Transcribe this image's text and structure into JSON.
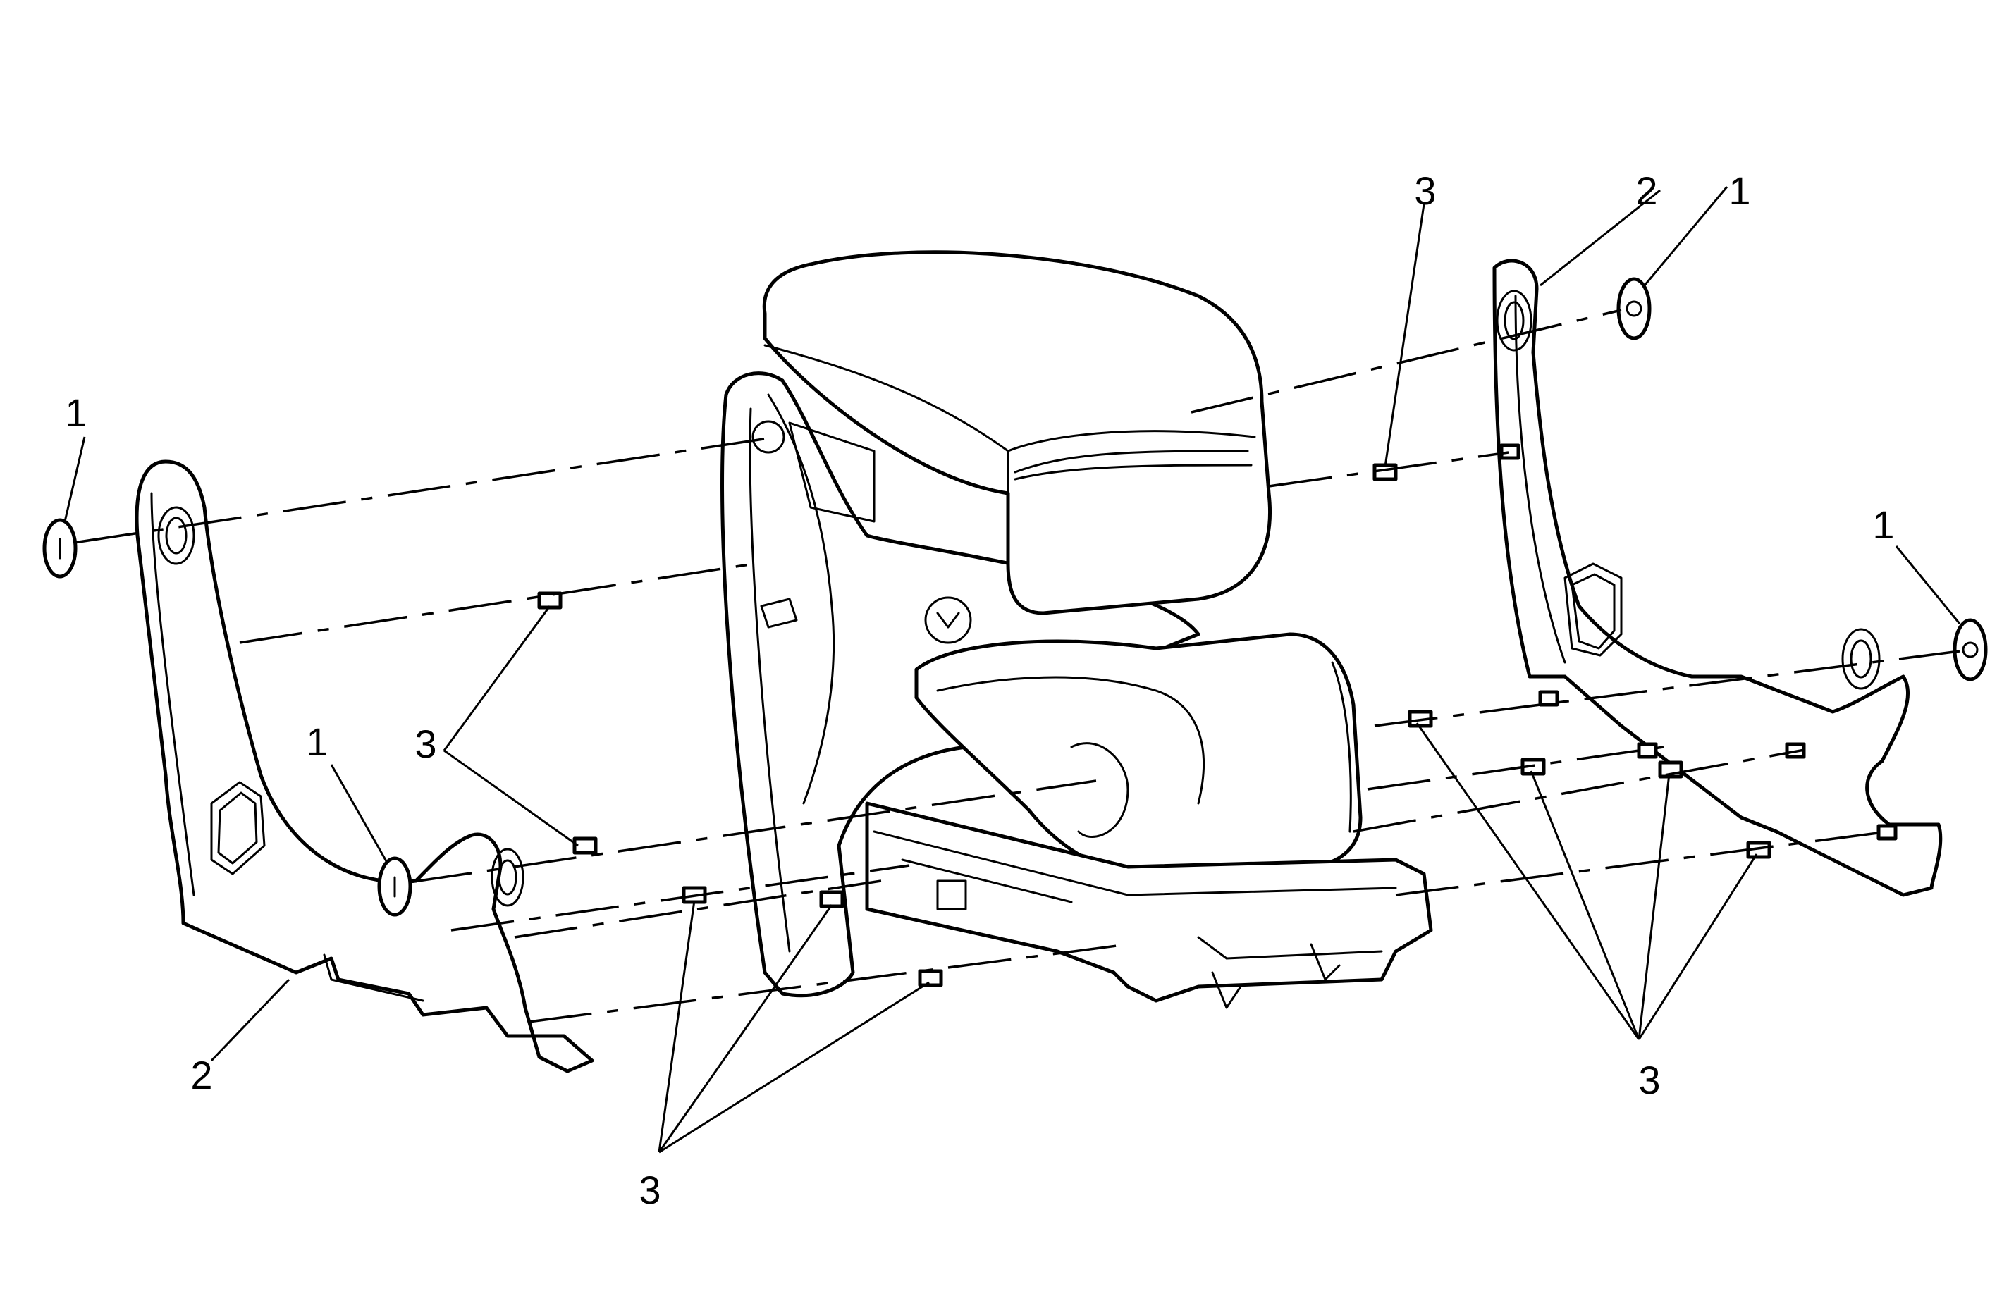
{
  "diagram": {
    "callouts": [
      {
        "id": "c1",
        "label": "1"
      },
      {
        "id": "c2",
        "label": "1"
      },
      {
        "id": "c3",
        "label": "1"
      },
      {
        "id": "c4",
        "label": "1"
      },
      {
        "id": "c5",
        "label": "2"
      },
      {
        "id": "c6",
        "label": "2"
      },
      {
        "id": "c7",
        "label": "3"
      },
      {
        "id": "c8",
        "label": "3"
      },
      {
        "id": "c9",
        "label": "3"
      },
      {
        "id": "c10",
        "label": "3"
      }
    ]
  }
}
